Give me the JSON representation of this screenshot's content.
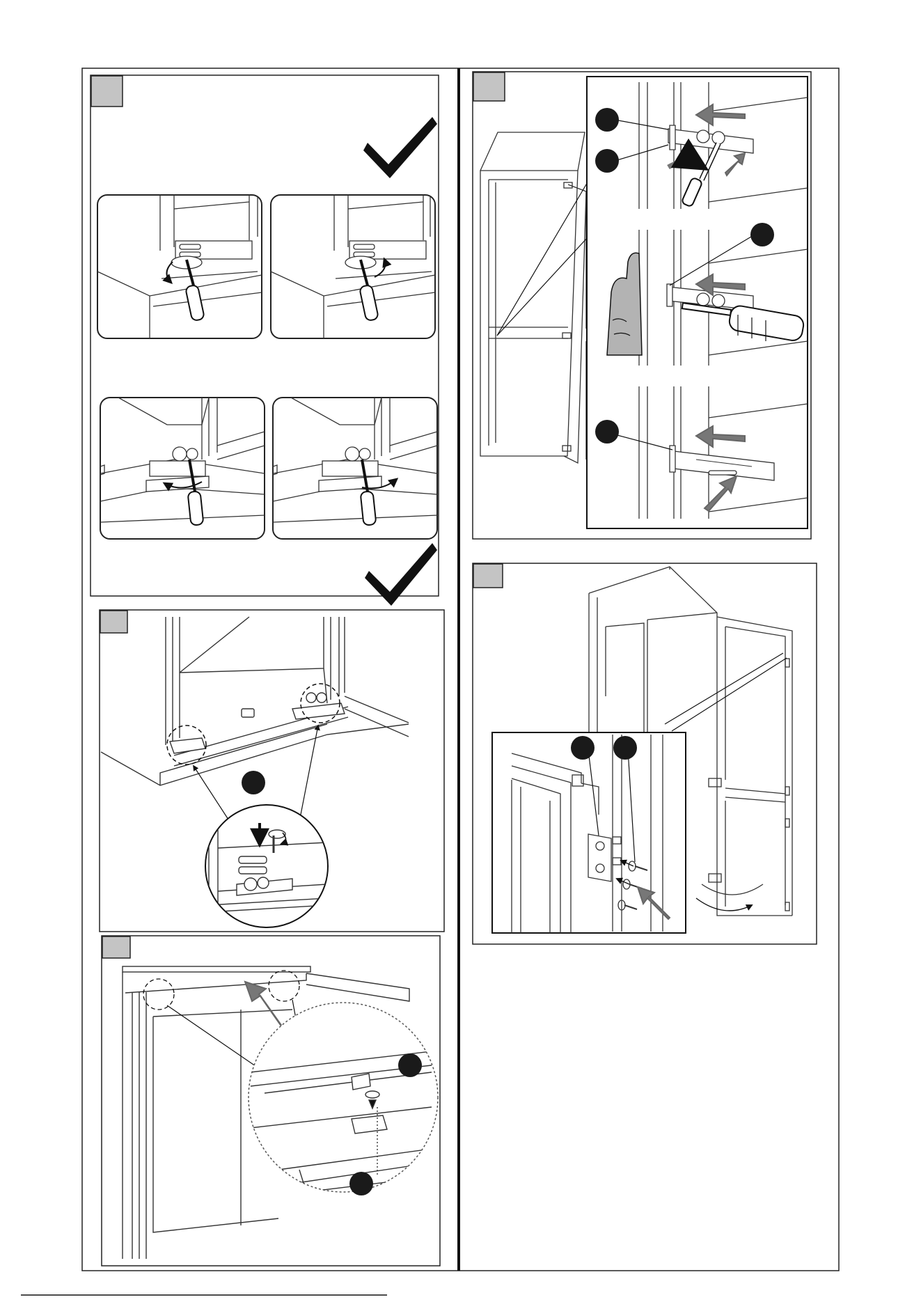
{
  "page": {
    "steps": [
      {
        "id": "step-top-left",
        "number": ""
      },
      {
        "id": "step-middle-left",
        "number": ""
      },
      {
        "id": "step-bottom-left",
        "number": ""
      },
      {
        "id": "step-top-right",
        "number": ""
      },
      {
        "id": "step-middle-right",
        "number": ""
      }
    ],
    "callouts": [
      {
        "id": "callout-a",
        "label": ""
      },
      {
        "id": "callout-b",
        "label": ""
      },
      {
        "id": "callout-c",
        "label": ""
      },
      {
        "id": "callout-d",
        "label": ""
      },
      {
        "id": "callout-e",
        "label": ""
      },
      {
        "id": "callout-f",
        "label": ""
      },
      {
        "id": "callout-g",
        "label": ""
      },
      {
        "id": "callout-h",
        "label": ""
      },
      {
        "id": "callout-i",
        "label": ""
      }
    ],
    "icons": {
      "approve": "checkmark-icon",
      "rotate": "rotate-arrow-icon",
      "push": "push-arrow-icon",
      "tool": "screwdriver-icon",
      "hand": "hand-icon"
    },
    "colors": {
      "line": "#111111",
      "step_badge": "#c4c4c4",
      "arrow_fill": "#777777",
      "callout_fill": "#1a1a1a",
      "hand_fill": "#b3b3b3"
    }
  }
}
